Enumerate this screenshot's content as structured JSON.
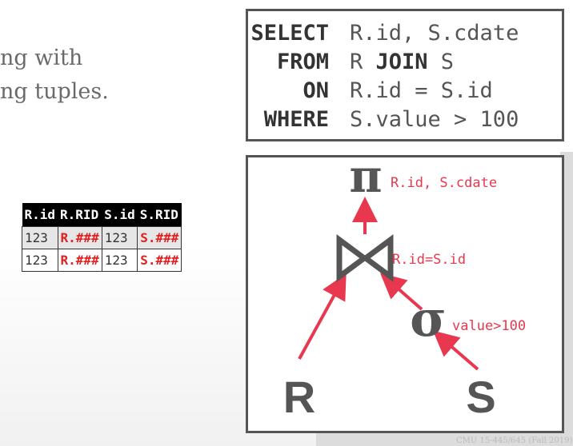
{
  "slide": {
    "bullet_lines": [
      "ng with",
      "ng tuples."
    ],
    "footer": "CMU 15-445/645 (Fall 2019)"
  },
  "sql": {
    "lines": [
      {
        "keyword": "SELECT",
        "rest": "R.id, S.cdate"
      },
      {
        "keyword": "FROM",
        "rest_parts": [
          "R ",
          "JOIN",
          " S"
        ]
      },
      {
        "keyword": "ON",
        "rest": "R.id = S.id"
      },
      {
        "keyword": "WHERE",
        "rest": "S.value > 100"
      }
    ]
  },
  "table": {
    "headers": [
      "R.id",
      "R.RID",
      "S.id",
      "S.RID"
    ],
    "rows": [
      [
        "123",
        "R.###",
        "123",
        "S.###"
      ],
      [
        "123",
        "R.###",
        "123",
        "S.###"
      ]
    ]
  },
  "plan": {
    "projection": {
      "symbol": "π",
      "label": "R.id, S.cdate"
    },
    "join": {
      "symbol": "⋈",
      "label": "R.id=S.id"
    },
    "selection": {
      "symbol": "σ",
      "label": "value>100"
    },
    "left_relation": "R",
    "right_relation": "S"
  },
  "colors": {
    "accent": "#e8384f",
    "operator": "#555555",
    "frame": "#555555"
  }
}
